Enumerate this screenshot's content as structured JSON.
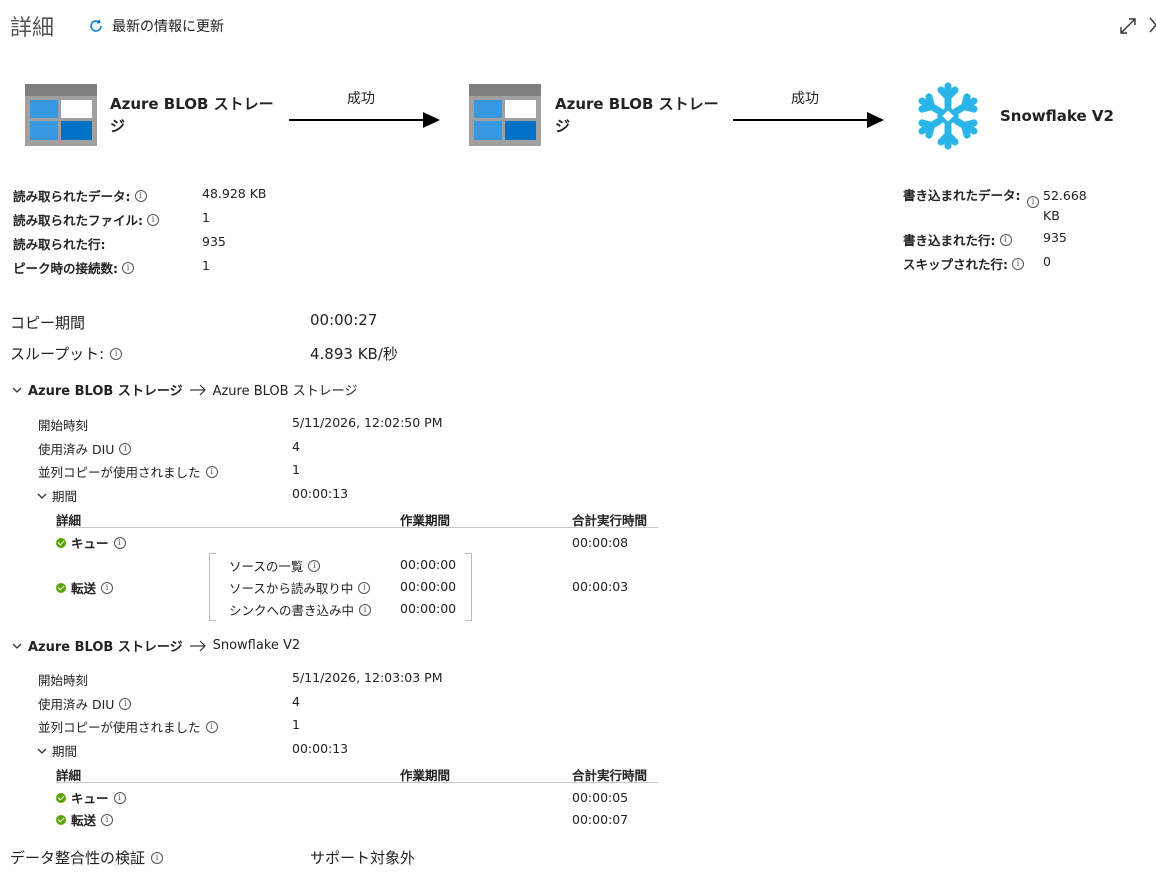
{
  "header": {
    "title": "詳細",
    "refresh_label": "最新の情報に更新"
  },
  "pipeline": {
    "source": {
      "name": "Azure BLOB ストレージ"
    },
    "staging": {
      "name": "Azure BLOB ストレージ"
    },
    "sink": {
      "name": "Snowflake V2"
    },
    "arrow1_status": "成功",
    "arrow2_status": "成功"
  },
  "source_stats": [
    {
      "label": "読み取られたデータ:",
      "value": "48.928 KB"
    },
    {
      "label": "読み取られたファイル:",
      "value": "1"
    },
    {
      "label": "読み取られた行:",
      "value": "935"
    },
    {
      "label": "ピーク時の接続数:",
      "value": "1"
    }
  ],
  "sink_stats": {
    "written_data_label": "書き込まれたデータ:",
    "written_data_value": "52.668 KB",
    "written_rows_label": "書き込まれた行:",
    "written_rows_value": "935",
    "skipped_rows_label": "スキップされた行:",
    "skipped_rows_value": "0"
  },
  "summary": {
    "copy_duration_label": "コピー期間",
    "copy_duration_value": "00:00:27",
    "throughput_label": "スループット:",
    "throughput_value": "4.893 KB/秒"
  },
  "stage1": {
    "from": "Azure BLOB ストレージ",
    "to": "Azure BLOB ストレージ",
    "start_label": "開始時刻",
    "start_value": "5/11/2026, 12:02:50 PM",
    "diu_label": "使用済み DIU",
    "diu_value": "4",
    "parallel_label": "並列コピーが使用されました",
    "parallel_value": "1",
    "duration_label": "期間",
    "duration_value": "00:00:13",
    "table_headers": {
      "detail": "詳細",
      "work": "作業期間",
      "total": "合計実行時間"
    },
    "queue_label": "キュー",
    "queue_total": "00:00:08",
    "transfer_label": "転送",
    "transfer_total": "00:00:03",
    "transfer_steps": [
      {
        "label": "ソースの一覧",
        "value": "00:00:00"
      },
      {
        "label": "ソースから読み取り中",
        "value": "00:00:00"
      },
      {
        "label": "シンクへの書き込み中",
        "value": "00:00:00"
      }
    ]
  },
  "stage2": {
    "from": "Azure BLOB ストレージ",
    "to": "Snowflake V2",
    "start_label": "開始時刻",
    "start_value": "5/11/2026, 12:03:03 PM",
    "diu_label": "使用済み DIU",
    "diu_value": "4",
    "parallel_label": "並列コピーが使用されました",
    "parallel_value": "1",
    "duration_label": "期間",
    "duration_value": "00:00:13",
    "table_headers": {
      "detail": "詳細",
      "work": "作業期間",
      "total": "合計実行時間"
    },
    "queue_label": "キュー",
    "queue_total": "00:00:05",
    "transfer_label": "転送",
    "transfer_total": "00:00:07"
  },
  "integrity": {
    "label": "データ整合性の検証",
    "value": "サポート対象外"
  },
  "colors": {
    "arrow": "#000000",
    "blob_dark": "#0072c6",
    "blob_light": "#3999e0",
    "snowflake": "#29b5e8",
    "ok_green": "#57a300"
  }
}
